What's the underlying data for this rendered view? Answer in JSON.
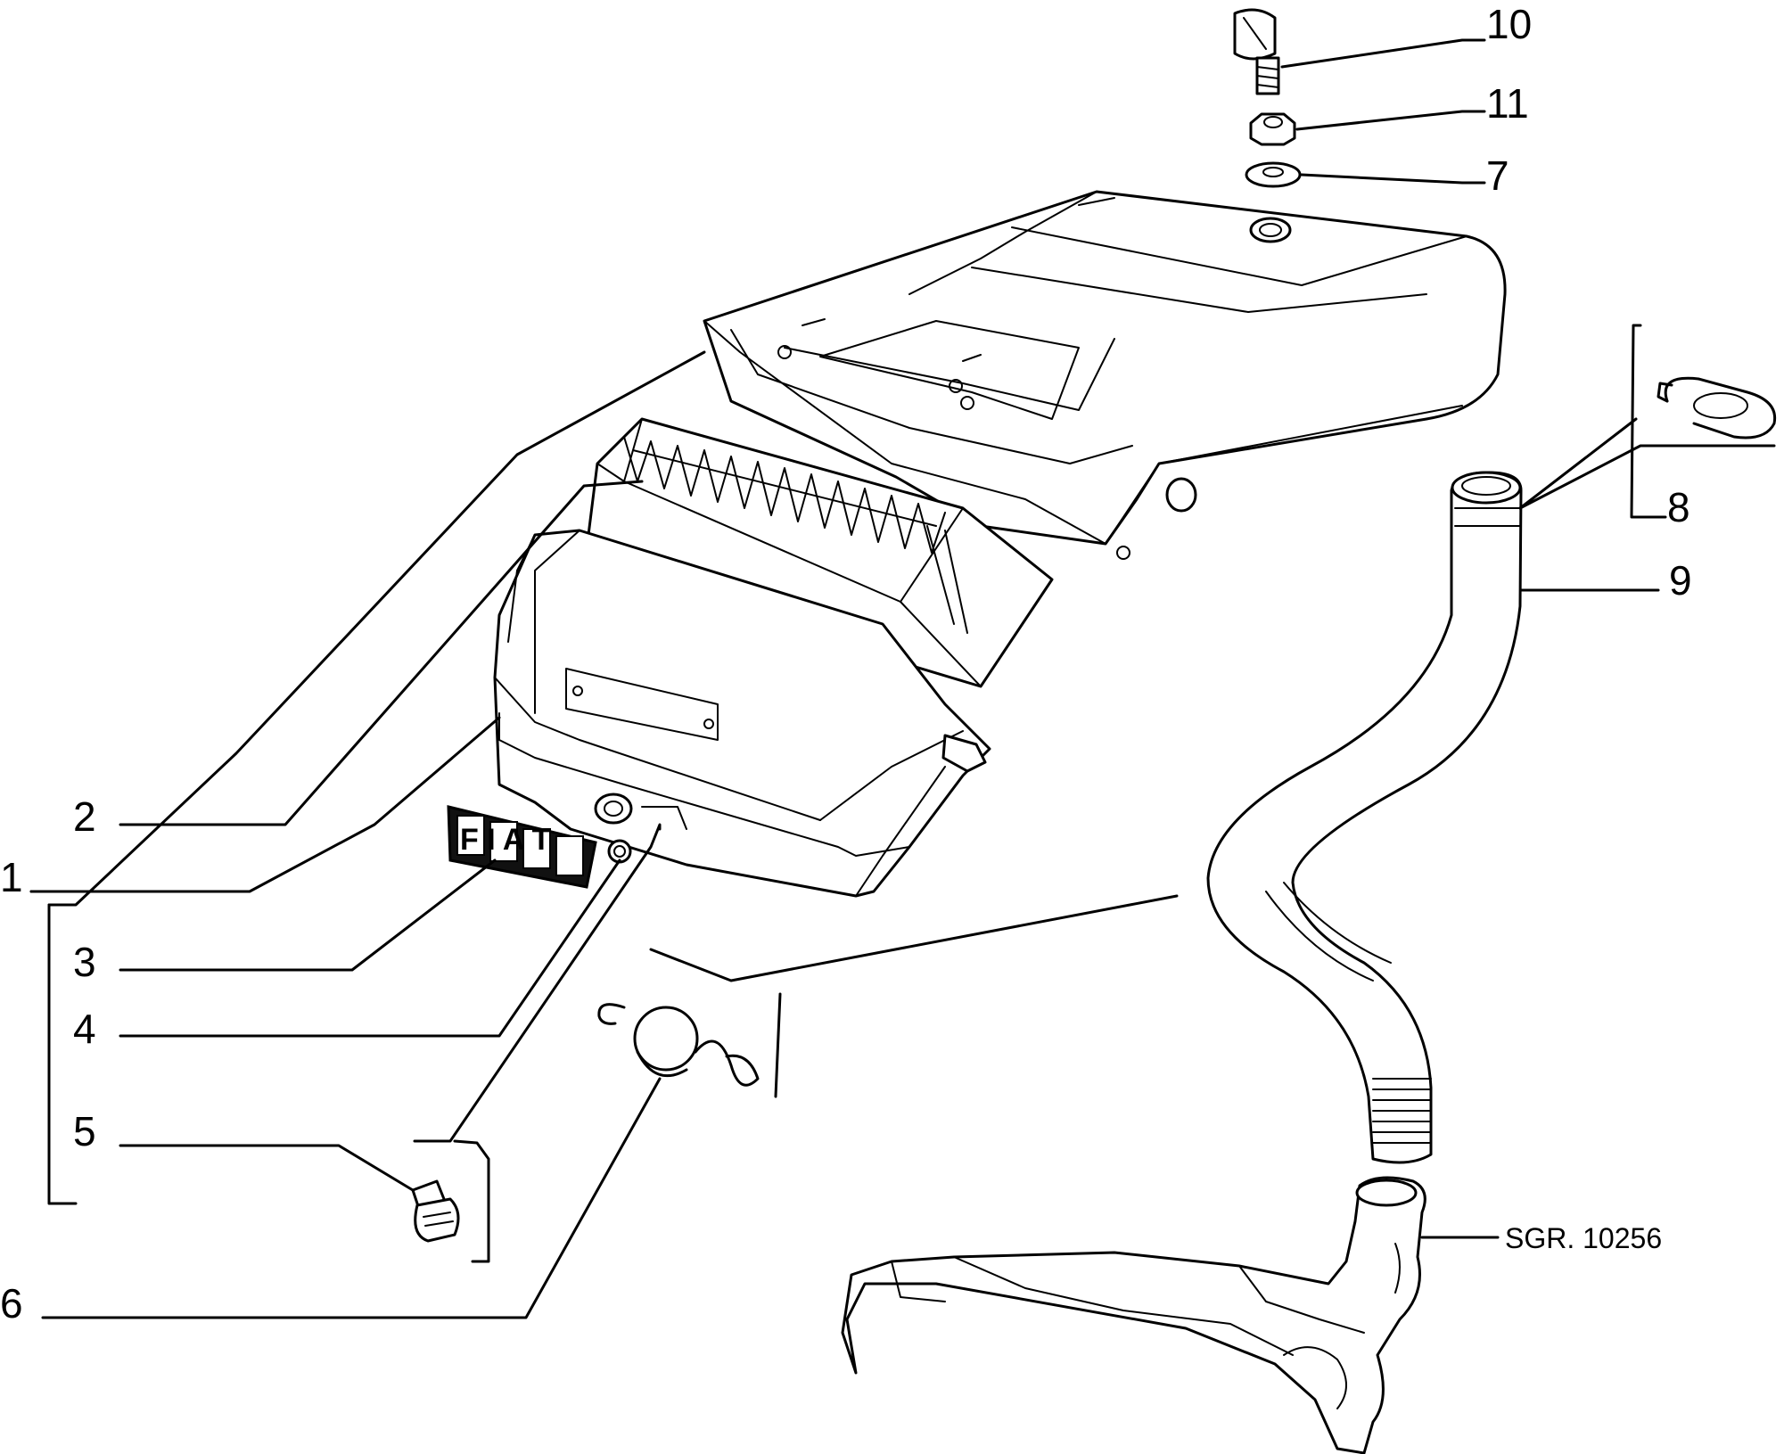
{
  "diagram": {
    "reference": "SGR. 10256",
    "callouts": [
      "1",
      "2",
      "3",
      "4",
      "5",
      "6",
      "7",
      "8",
      "9",
      "10",
      "11"
    ],
    "logo_text": "FIAT"
  }
}
